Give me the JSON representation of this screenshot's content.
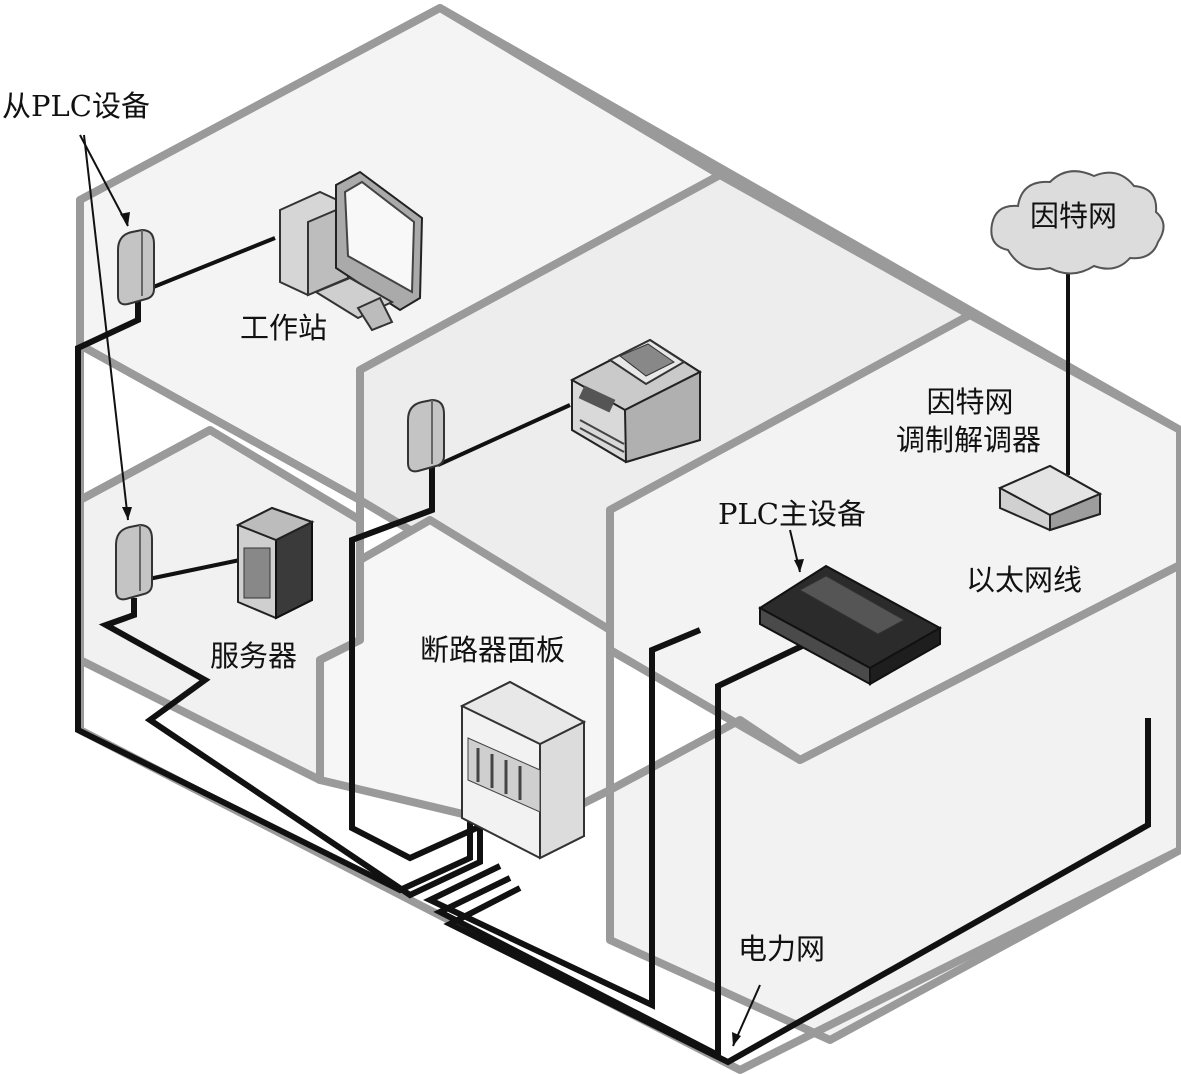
{
  "labels": {
    "slave_plc": "从PLC设备",
    "internet": "因特网",
    "workstation": "工作站",
    "modem_line1": "因特网",
    "modem_line2": "调制解调器",
    "plc_master": "PLC主设备",
    "ethernet_cable": "以太网线",
    "server": "服务器",
    "breaker_panel": "断路器面板",
    "power_grid": "电力网"
  },
  "colors": {
    "wall_edge": "#9a9a9a",
    "wall_fill": "#ededed",
    "floor_fill": "#f6f6f6",
    "cable": "#111111",
    "cloud_fill": "#dcdcdc"
  },
  "icons": [
    "plc-adapter-icon",
    "computer-icon",
    "printer-icon",
    "server-icon",
    "modem-icon",
    "plc-master-icon",
    "breaker-panel-icon",
    "cloud-icon"
  ]
}
